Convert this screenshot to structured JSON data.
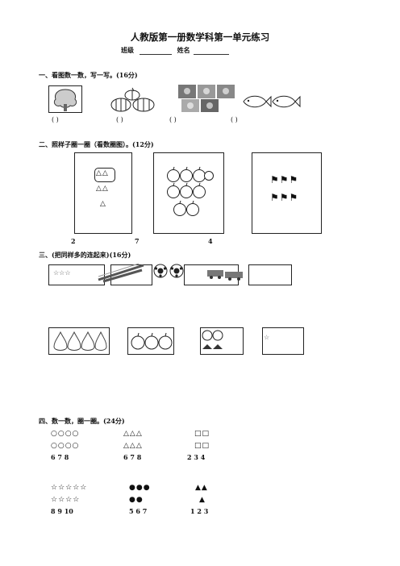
{
  "title": "人教版第一册数学科第一单元练习",
  "subtitle": {
    "class_label": "班级",
    "name_label": "姓名"
  },
  "section1": {
    "heading": "一、看图数一数，写一写。(16分)",
    "blanks": [
      "(    )",
      "(    )",
      "(    )",
      "(    )"
    ]
  },
  "section2": {
    "heading": "二、照样子圈一圈（看数圈图）。(12分)",
    "numbers": [
      "2",
      "7",
      "4"
    ],
    "box1_rows": [
      "△△",
      "△△",
      "△"
    ],
    "box3_rows": [
      "⚑⚑⚑",
      "⚑⚑⚑"
    ]
  },
  "section3": {
    "heading": "三、(把同样多的连起来)(16分)",
    "top_stars": "☆☆☆",
    "bottom_star": "☆"
  },
  "section4": {
    "heading": "四、数一数，圈一圈。(24分)",
    "group1": {
      "circles": [
        "○○○○",
        "○○○○"
      ],
      "triangles": [
        "△△△",
        "△△△"
      ],
      "squares": [
        "□□",
        "□□"
      ],
      "n1": "6  7  8",
      "n2": "6  7  8",
      "n3": "2  3  4"
    },
    "group2": {
      "stars": [
        "☆☆☆☆☆",
        "☆☆☆☆"
      ],
      "dots": [
        "●●●",
        "●●"
      ],
      "tris": [
        "▲▲",
        "▲"
      ],
      "n1": "8  9  10",
      "n2": "5  6  7",
      "n3": "1  2  3"
    }
  }
}
